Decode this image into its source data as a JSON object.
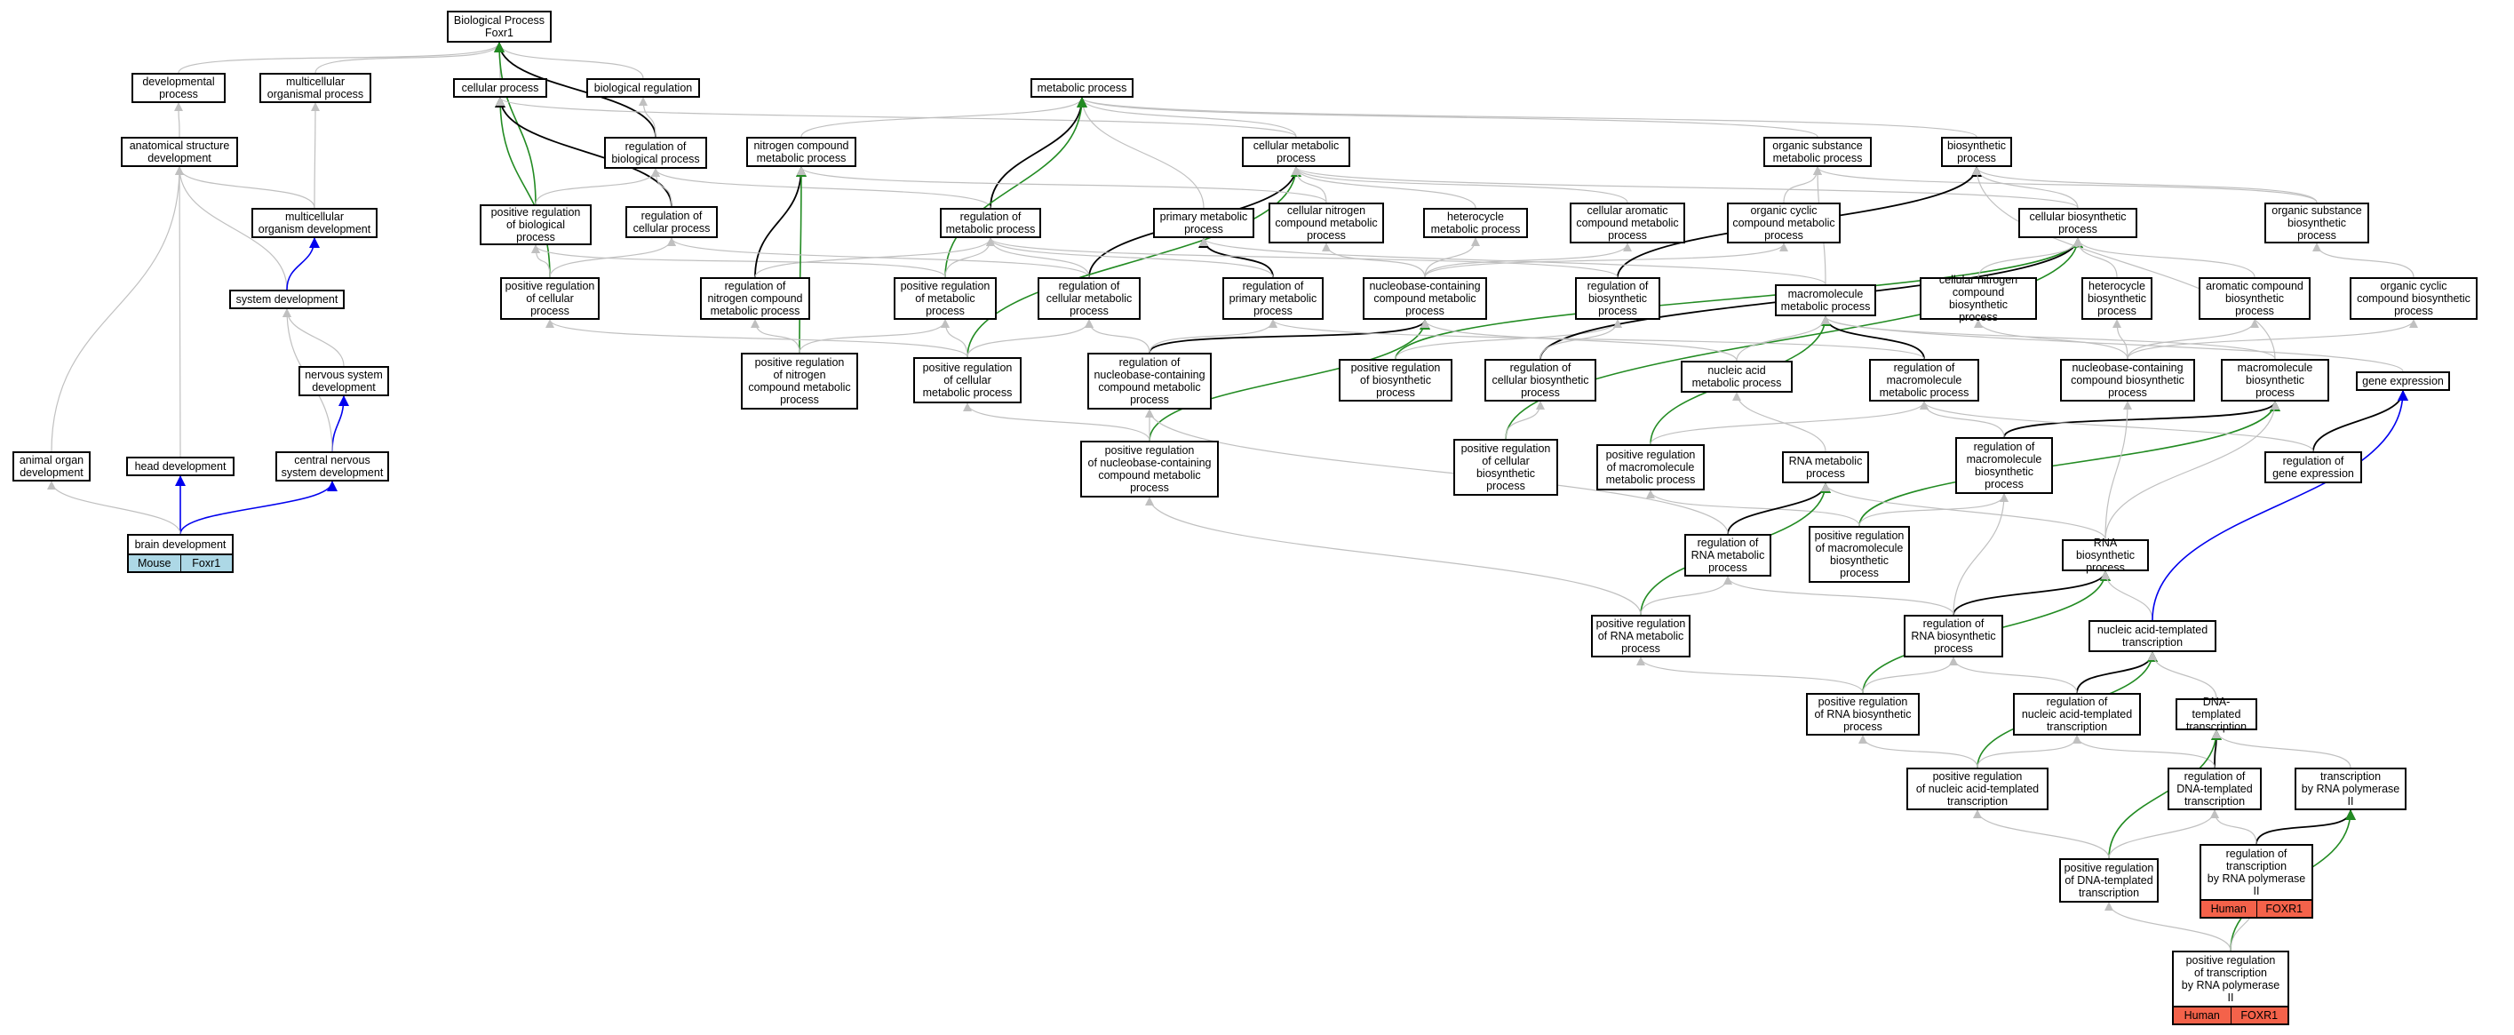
{
  "colors": {
    "is_a": "#c0c0c0",
    "regulates": "#000000",
    "positively_regulates": "#228b22",
    "part_of": "#0000ee",
    "mouse_tag": "#add8e6",
    "human_tag": "#f4624a"
  },
  "nodes": {
    "root": {
      "label": "Biological Process\nFoxr1"
    },
    "devproc": {
      "label": "developmental\nprocess"
    },
    "multiorg": {
      "label": "multicellular\norganismal process"
    },
    "cellproc": {
      "label": "cellular process"
    },
    "bioreg": {
      "label": "biological regulation"
    },
    "metab": {
      "label": "metabolic process"
    },
    "anatdev": {
      "label": "anatomical structure\ndevelopment"
    },
    "regbio": {
      "label": "regulation of\nbiological process"
    },
    "nitro": {
      "label": "nitrogen compound\nmetabolic process"
    },
    "cellmet": {
      "label": "cellular metabolic\nprocess"
    },
    "orgsub": {
      "label": "organic substance\nmetabolic process"
    },
    "biosyn": {
      "label": "biosynthetic\nprocess"
    },
    "multidev": {
      "label": "multicellular\norganism development"
    },
    "posregbio": {
      "label": "positive regulation\nof biological\nprocess"
    },
    "regcell": {
      "label": "regulation of\ncellular process"
    },
    "regmet": {
      "label": "regulation of\nmetabolic process"
    },
    "primmet": {
      "label": "primary metabolic\nprocess"
    },
    "cellnit": {
      "label": "cellular nitrogen\ncompound metabolic\nprocess"
    },
    "hetmet": {
      "label": "heterocycle\nmetabolic process"
    },
    "aromet": {
      "label": "cellular aromatic\ncompound metabolic\nprocess"
    },
    "orgcyc": {
      "label": "organic cyclic\ncompound metabolic\nprocess"
    },
    "cellbio": {
      "label": "cellular biosynthetic\nprocess"
    },
    "orgsubbio": {
      "label": "organic substance\nbiosynthetic\nprocess"
    },
    "sysdev": {
      "label": "system development"
    },
    "posregcell": {
      "label": "positive regulation\nof cellular\nprocess"
    },
    "regnit": {
      "label": "regulation of\nnitrogen compound\nmetabolic process"
    },
    "posregmet": {
      "label": "positive regulation\nof metabolic\nprocess"
    },
    "regcellmet": {
      "label": "regulation of\ncellular metabolic\nprocess"
    },
    "regprim": {
      "label": "regulation of\nprimary metabolic\nprocess"
    },
    "nucmet": {
      "label": "nucleobase-containing\ncompound metabolic\nprocess"
    },
    "regbiosyn": {
      "label": "regulation of\nbiosynthetic\nprocess"
    },
    "macromet": {
      "label": "macromolecule\nmetabolic process"
    },
    "cellnitbio": {
      "label": "cellular nitrogen\ncompound biosynthetic\nprocess"
    },
    "hetbio": {
      "label": "heterocycle\nbiosynthetic\nprocess"
    },
    "arobio": {
      "label": "aromatic compound\nbiosynthetic\nprocess"
    },
    "orgcycbio": {
      "label": "organic cyclic\ncompound biosynthetic\nprocess"
    },
    "nsdev": {
      "label": "nervous system\ndevelopment"
    },
    "posregnit": {
      "label": "positive regulation\nof nitrogen\ncompound metabolic\nprocess"
    },
    "posregcellmet": {
      "label": "positive regulation\nof cellular\nmetabolic process"
    },
    "regnuc": {
      "label": "regulation of\nnucleobase-containing\ncompound metabolic\nprocess"
    },
    "posregbiosyn": {
      "label": "positive regulation\nof biosynthetic\nprocess"
    },
    "regcellbio": {
      "label": "regulation of\ncellular biosynthetic\nprocess"
    },
    "nucacid": {
      "label": "nucleic acid\nmetabolic process"
    },
    "regmacro": {
      "label": "regulation of\nmacromolecule\nmetabolic process"
    },
    "nucbio": {
      "label": "nucleobase-containing\ncompound biosynthetic\nprocess"
    },
    "macrobio": {
      "label": "macromolecule\nbiosynthetic\nprocess"
    },
    "geneexp": {
      "label": "gene expression"
    },
    "organdev": {
      "label": "animal organ\ndevelopment"
    },
    "headdev": {
      "label": "head development"
    },
    "cnsdev": {
      "label": "central nervous\nsystem development"
    },
    "posregnuc": {
      "label": "positive regulation\nof nucleobase-containing\ncompound metabolic\nprocess"
    },
    "posregcellbio": {
      "label": "positive regulation\nof cellular\nbiosynthetic\nprocess"
    },
    "posregmacro": {
      "label": "positive regulation\nof macromolecule\nmetabolic process"
    },
    "rnamet": {
      "label": "RNA metabolic\nprocess"
    },
    "regmacrobio": {
      "label": "regulation of\nmacromolecule\nbiosynthetic\nprocess"
    },
    "reggene": {
      "label": "regulation of\ngene expression"
    },
    "braindev": {
      "label": "brain development",
      "tags": [
        "Mouse",
        "Foxr1"
      ]
    },
    "regrnamet": {
      "label": "regulation of\nRNA metabolic\nprocess"
    },
    "posregmacrobio": {
      "label": "positive regulation\nof macromolecule\nbiosynthetic\nprocess"
    },
    "rnabio": {
      "label": "RNA biosynthetic\nprocess"
    },
    "posregrnamet": {
      "label": "positive regulation\nof RNA metabolic\nprocess"
    },
    "regrnabio": {
      "label": "regulation of\nRNA biosynthetic\nprocess"
    },
    "nattrans": {
      "label": "nucleic acid-templated\ntranscription"
    },
    "posregrnabio": {
      "label": "positive regulation\nof RNA biosynthetic\nprocess"
    },
    "regnattrans": {
      "label": "regulation of\nnucleic acid-templated\ntranscription"
    },
    "dnatrans": {
      "label": "DNA-templated\ntranscription"
    },
    "posregnattrans": {
      "label": "positive regulation\nof nucleic acid-templated\ntranscription"
    },
    "regdnatrans": {
      "label": "regulation of\nDNA-templated\ntranscription"
    },
    "transpol": {
      "label": "transcription\nby RNA polymerase\nII"
    },
    "posregdnatrans": {
      "label": "positive regulation\nof DNA-templated\ntranscription"
    },
    "regtranspol": {
      "label": "regulation of\ntranscription\nby RNA polymerase\nII",
      "tags": [
        "Human",
        "FOXR1"
      ]
    },
    "posregtranspol": {
      "label": "positive regulation\nof transcription\nby RNA polymerase\nII",
      "tags": [
        "Human",
        "FOXR1"
      ]
    }
  }
}
